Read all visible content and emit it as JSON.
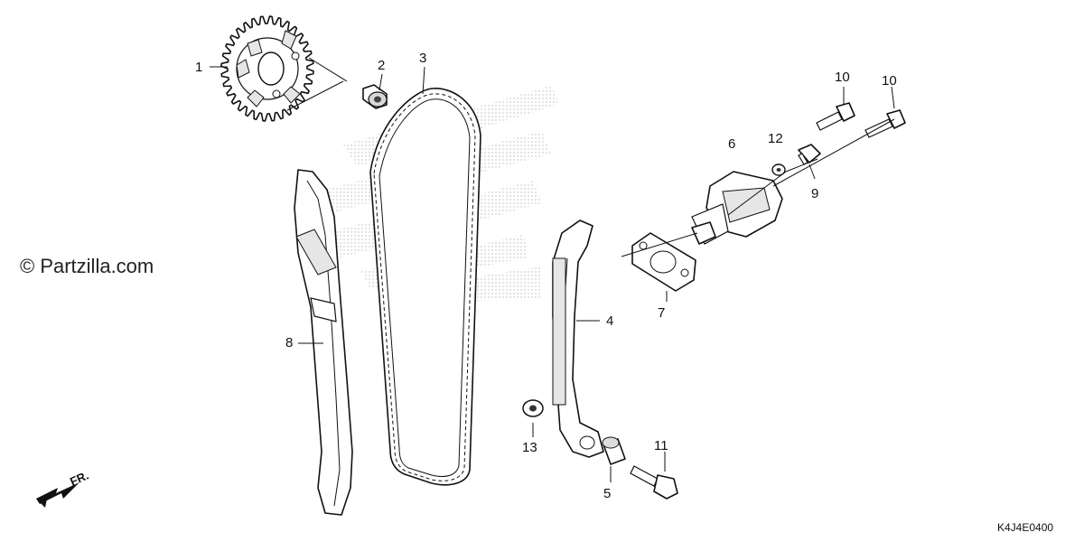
{
  "diagram": {
    "watermark": "© Partzilla.com",
    "diagram_code": "K4J4E0400",
    "direction_label": "FR.",
    "callouts": {
      "p1": "1",
      "p2": "2",
      "p3": "3",
      "p4": "4",
      "p5": "5",
      "p6": "6",
      "p7": "7",
      "p8": "8",
      "p9": "9",
      "p10a": "10",
      "p10b": "10",
      "p11": "11",
      "p12": "12",
      "p13": "13"
    }
  }
}
